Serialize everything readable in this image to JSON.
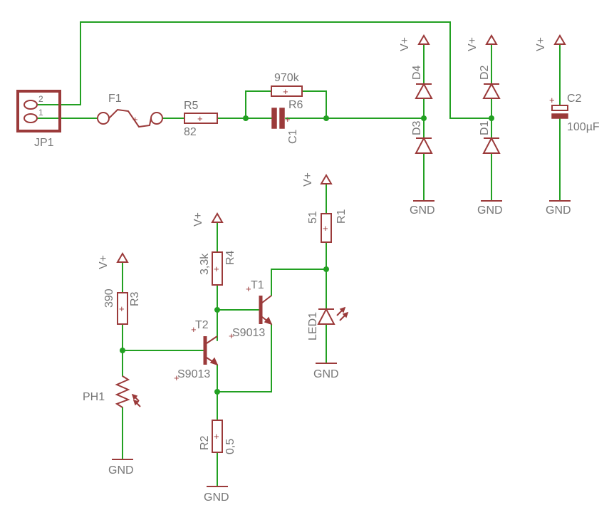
{
  "diagram": {
    "connector": {
      "name": "JP1",
      "pin1": "1",
      "pin2": "2"
    },
    "fuse": {
      "name": "F1"
    },
    "resistors": {
      "r1": {
        "name": "R1",
        "value": "51"
      },
      "r2": {
        "name": "R2",
        "value": "0,5"
      },
      "r3": {
        "name": "R3",
        "value": "390"
      },
      "r4": {
        "name": "R4",
        "value": "3,3k"
      },
      "r5": {
        "name": "R5",
        "value": "82"
      },
      "r6": {
        "name": "R6",
        "value": "970k"
      }
    },
    "capacitors": {
      "c1": {
        "name": "C1"
      },
      "c2": {
        "name": "C2",
        "value": "100µF"
      }
    },
    "diodes": {
      "d1": "D1",
      "d2": "D2",
      "d3": "D3",
      "d4": "D4"
    },
    "transistors": {
      "t1": {
        "name": "T1",
        "value": "S9013"
      },
      "t2": {
        "name": "T2",
        "value": "S9013"
      }
    },
    "led": {
      "name": "LED1"
    },
    "photoresistor": {
      "name": "PH1"
    },
    "supply_label": "V+",
    "ground_label": "GND",
    "colors": {
      "wire": "#22a022",
      "symbol": "#9b3a3a",
      "text": "#777777"
    }
  }
}
